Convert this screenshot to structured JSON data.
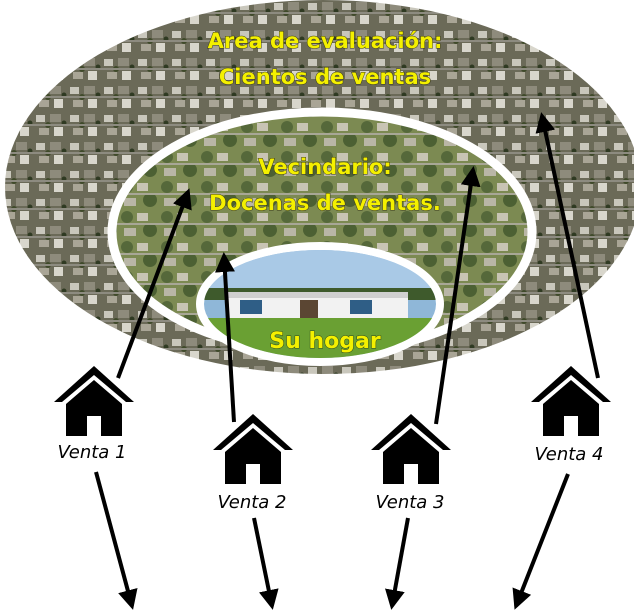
{
  "colors": {
    "label_yellow": "#f4f000",
    "arrow": "#000000",
    "ring_border": "#ffffff",
    "house_icon": "#000000"
  },
  "rings": {
    "outer": {
      "line1": "Area de evaluación:",
      "line2": "Cientos de ventas"
    },
    "middle": {
      "line1": "Vecindario:",
      "line2": "Docenas de ventas."
    },
    "inner": {
      "label": "Su hogar"
    }
  },
  "sales": [
    {
      "label": "Venta 1",
      "icon": "house-icon"
    },
    {
      "label": "Venta 2",
      "icon": "house-icon"
    },
    {
      "label": "Venta 3",
      "icon": "house-icon"
    },
    {
      "label": "Venta 4",
      "icon": "house-icon"
    }
  ]
}
